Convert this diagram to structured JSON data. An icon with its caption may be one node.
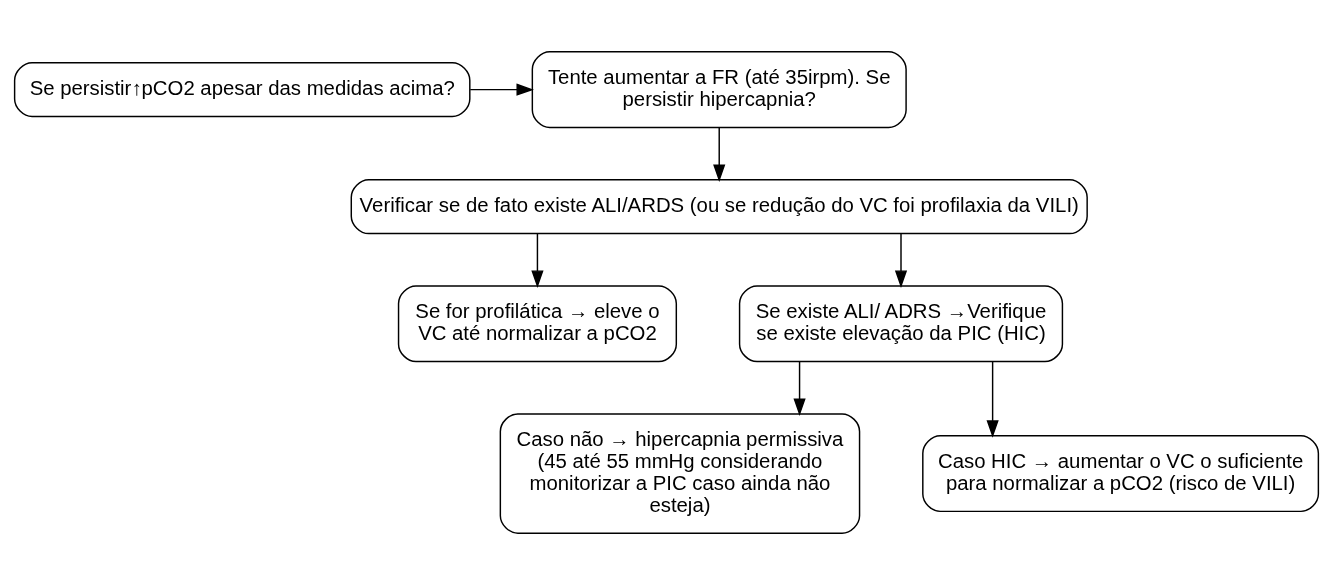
{
  "diagram": {
    "nodes": [
      {
        "text": [
          "Se persistir↑pCO2 apesar das medidas acima?"
        ]
      },
      {
        "text": [
          "Tente aumentar a FR (até 35irpm). Se persistir hipercapnia?"
        ]
      },
      {
        "text": [
          "Verificar se de fato existe ALI/ARDS (ou se redução do VC foi profilaxia da VILI)"
        ]
      },
      {
        "text": [
          "Se for profilática → eleve o VC até normalizar a pCO2"
        ]
      },
      {
        "text": [
          "Se existe ALI/ ADRS →Verifique se existe elevação da PIC (HIC)"
        ]
      },
      {
        "text": [
          "Caso não → hipercapnia permissiva (45 até 55 mmHg considerando monitorizar a PIC caso ainda não esteja)"
        ]
      },
      {
        "text": [
          "Caso HIC → aumentar o VC o suficiente para normalizar a pCO2 (risco de VILI)"
        ]
      }
    ],
    "edges": [
      {
        "from": 0,
        "to": 1,
        "arrow": "to"
      },
      {
        "from": 1,
        "to": 2,
        "arrow": "to"
      },
      {
        "from": 2,
        "to": 3,
        "arrow": "to"
      },
      {
        "from": 2,
        "to": 4,
        "arrow": "to"
      },
      {
        "from": 4,
        "to": 5,
        "arrow": "to"
      },
      {
        "from": 4,
        "to": 6,
        "arrow": "to"
      }
    ]
  }
}
